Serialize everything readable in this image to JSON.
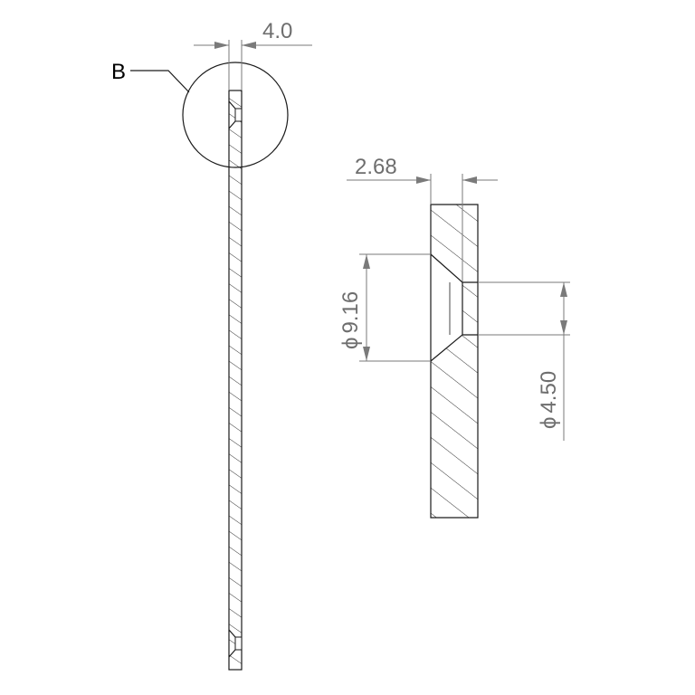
{
  "detail_label": "B",
  "dimensions": {
    "thickness_overall": "4.0",
    "thickness_detail": "2.68",
    "diameter_outer": "9.16",
    "diameter_inner": "4.50",
    "diameter_symbol": "ϕ"
  },
  "colors": {
    "dimension": "#7a7a7a",
    "object": "#1a1a1a",
    "background": "#ffffff"
  }
}
